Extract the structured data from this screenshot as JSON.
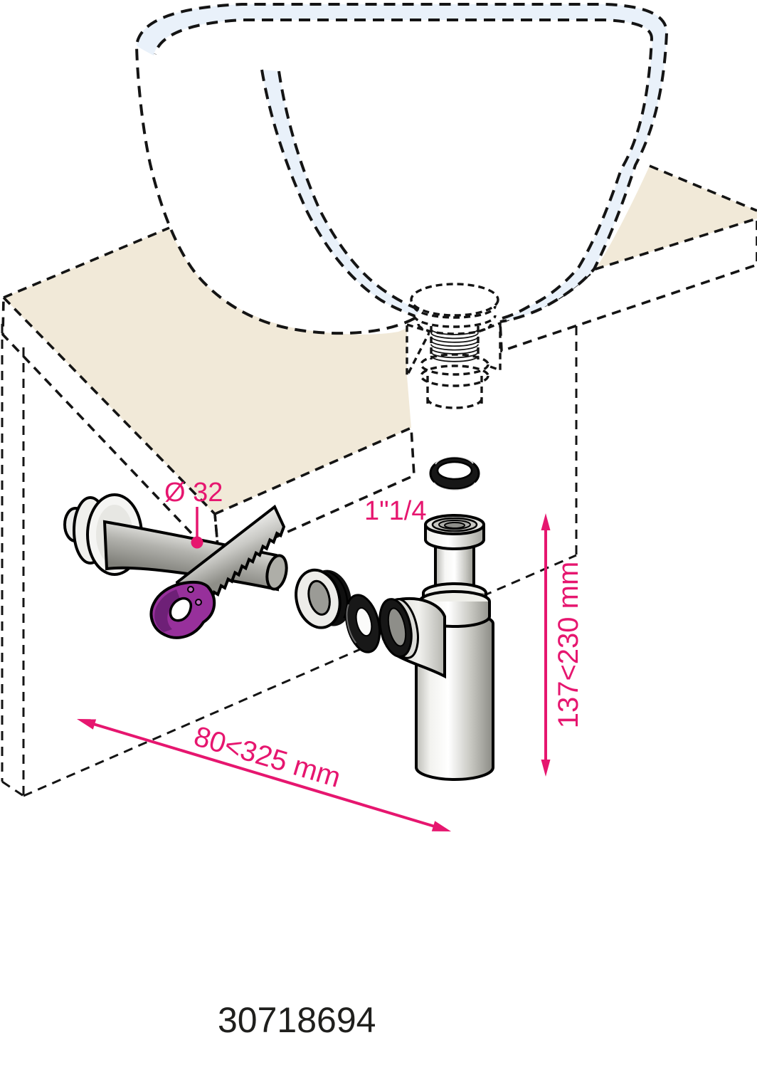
{
  "diagram": {
    "title_semantic": "washbasin-siphon-installation-diagram",
    "product_code": "30718694",
    "annotations": {
      "pipe_diameter_label": "Ø 32",
      "trap_thread_label": "1\"1/4",
      "height_dimension_label": "137<230 mm",
      "length_dimension_label": "80<325 mm"
    },
    "colors": {
      "accent_pink": "#e6166f",
      "saw_handle_purple": "#97309b",
      "saw_handle_purple_dark": "#6e2077",
      "counter_top": "#f1e9d8",
      "counter_front_left": "#d4caaf",
      "counter_front_right": "#cdc2a5",
      "counter_cut_dark": "#b2a689",
      "basin_rim_blue": "#e9f1fa",
      "outline_black": "#111111",
      "metal_light": "#ffffff",
      "metal_dark": "#8a8a84",
      "seal_black": "#181818",
      "product_code_text": "#1f1f1d"
    },
    "parts": [
      "washbasin",
      "countertop",
      "drain-fitting",
      "wall-outlet-flange",
      "wall-pipe",
      "hacksaw",
      "compression-nut",
      "cone-seal",
      "bottle-trap",
      "inlet-o-ring"
    ]
  }
}
